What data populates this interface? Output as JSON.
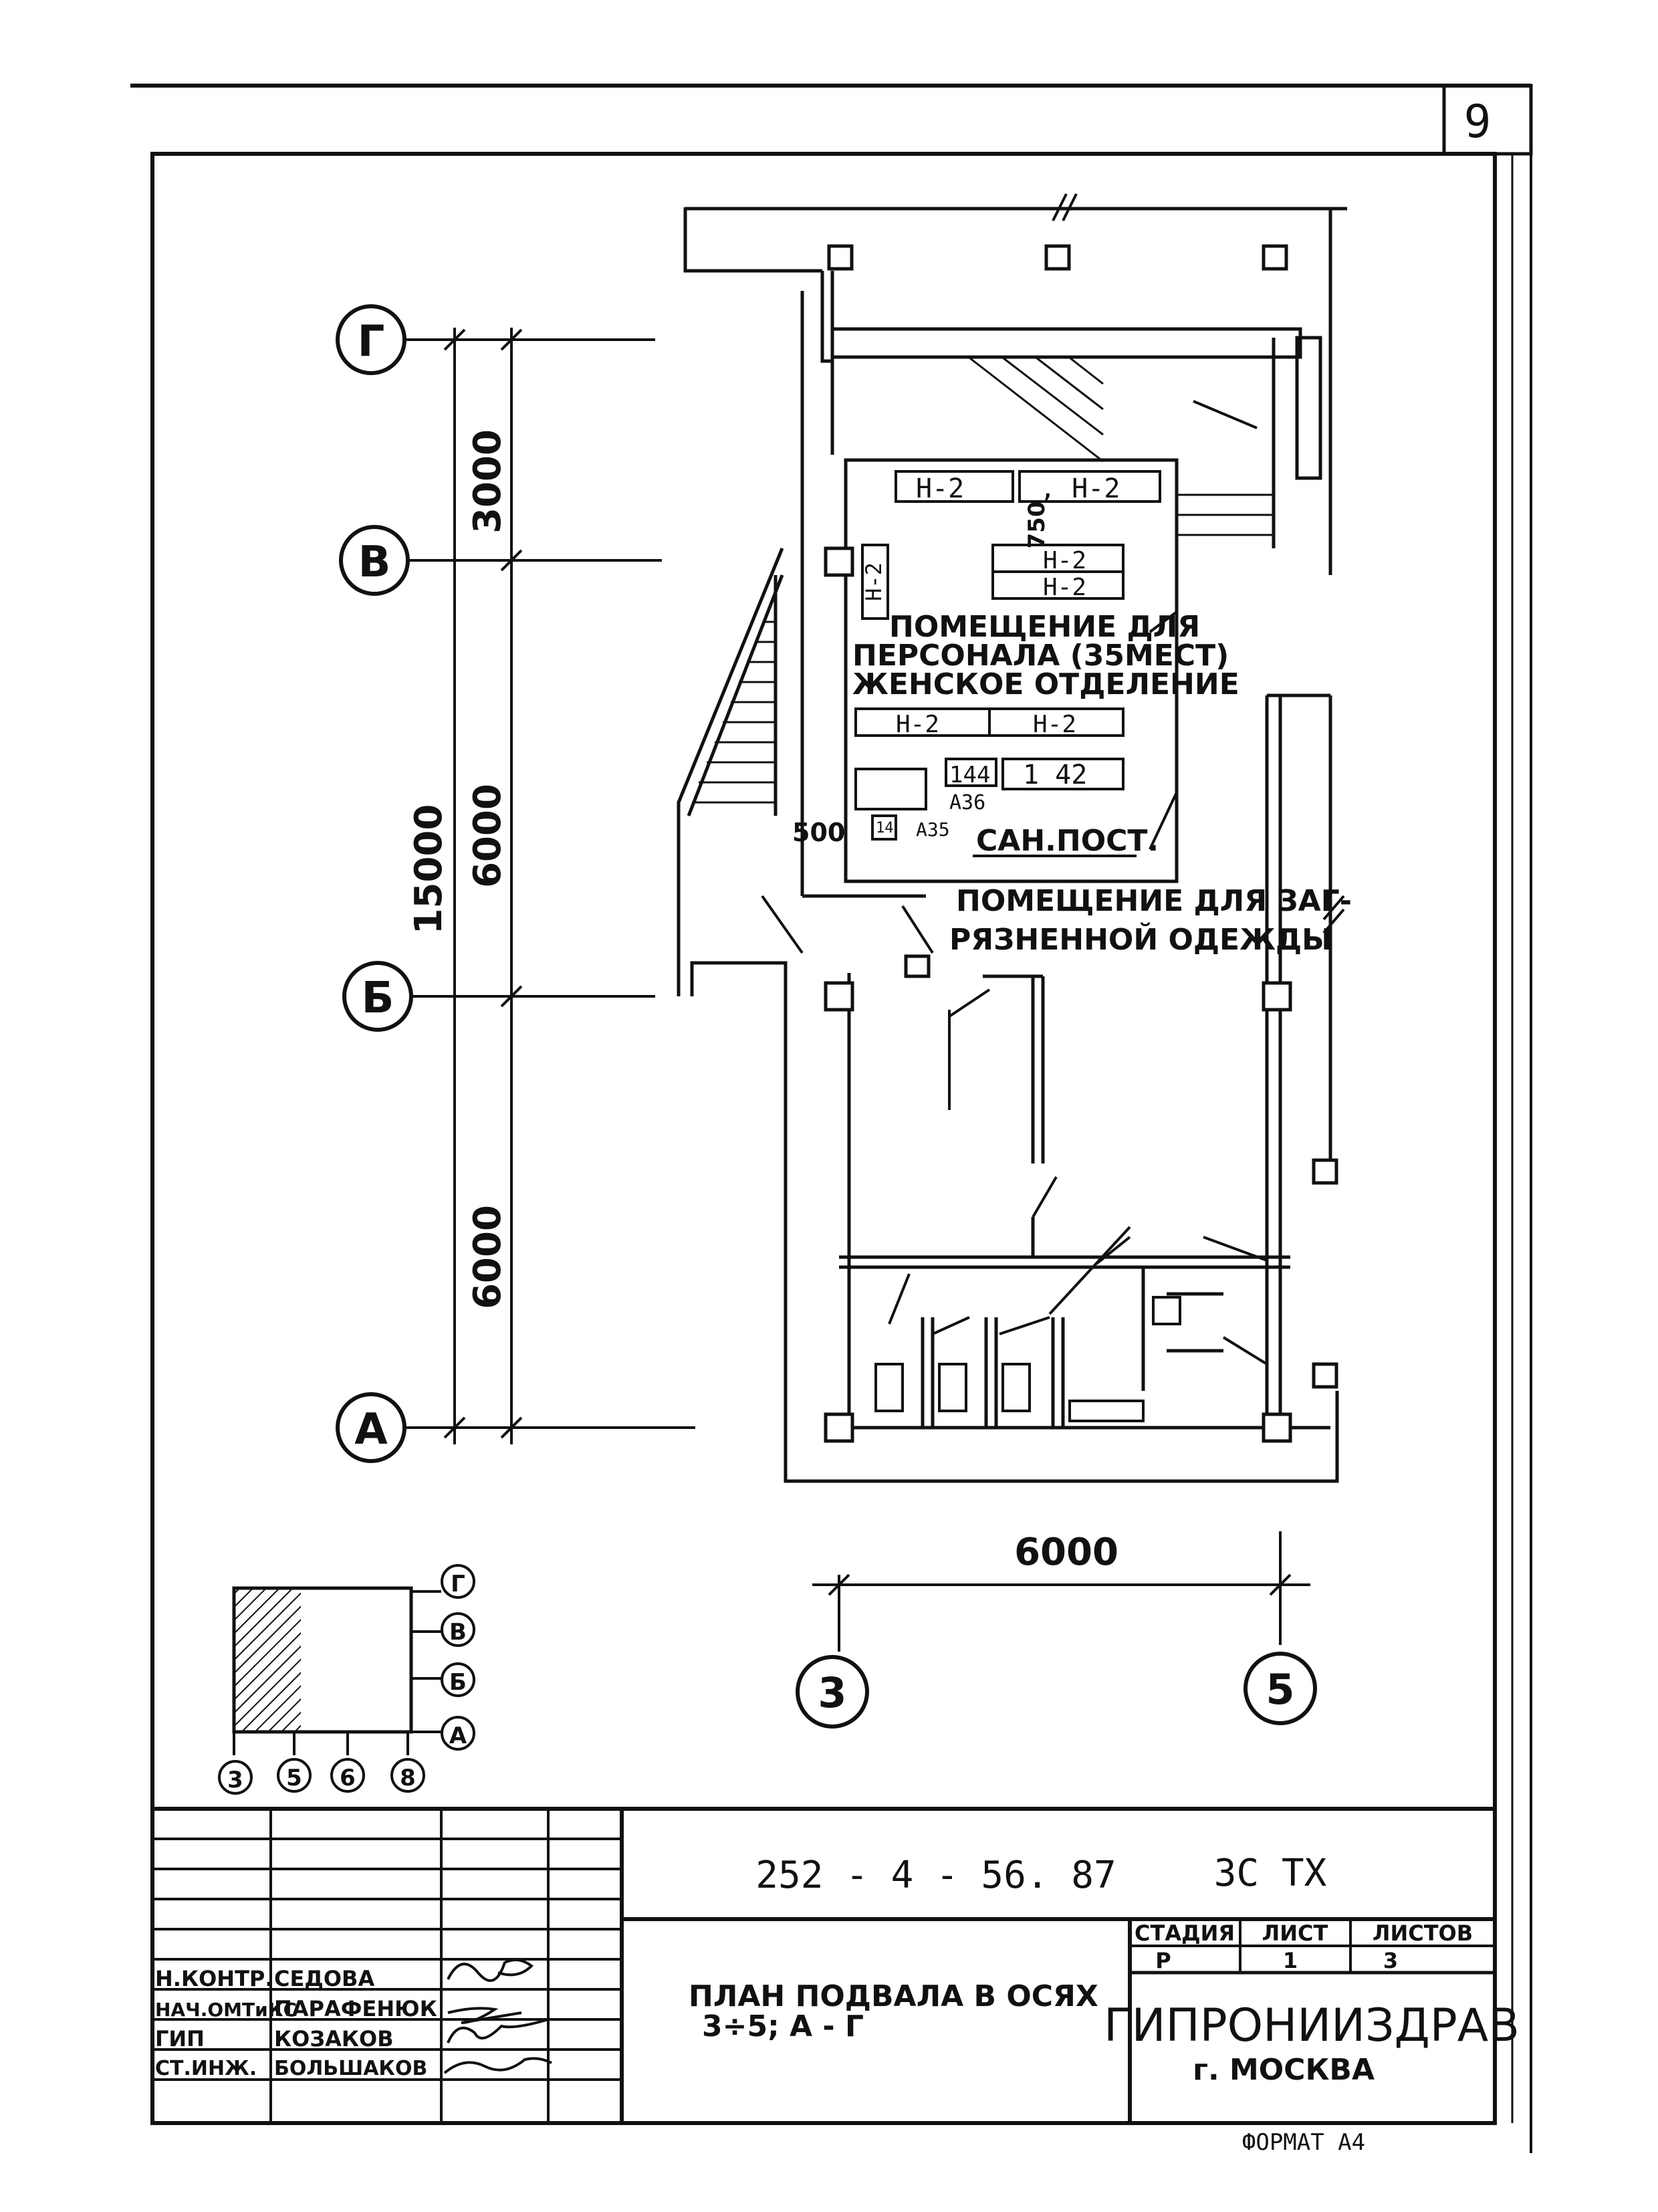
{
  "sheet_number": "9",
  "axes": {
    "rows": [
      "Г",
      "В",
      "Б",
      "А"
    ],
    "columns": [
      "3",
      "5"
    ]
  },
  "dimensions": {
    "total_vertical": "15000",
    "g_v": "3000",
    "v_b": "6000",
    "b_a": "6000",
    "col_3_5": "6000",
    "small": "500",
    "door_750": "750"
  },
  "equipment": {
    "n2": "Н-2",
    "n2_b": ", Н-2",
    "i42": "1 42",
    "i44": "144",
    "a36": "А36",
    "a35": "А35",
    "i14": "14"
  },
  "rooms": {
    "staff_room": [
      "ПОМЕЩЕНИЕ ДЛЯ",
      "ПЕРСОНАЛА (35МЕСТ)",
      "ЖЕНСКОЕ ОТДЕЛЕНИЕ"
    ],
    "sanitary_post": "САН.ПОСТ.",
    "dirty_clothes": [
      "ПОМЕЩЕНИЕ ДЛЯ ЗАГ-",
      "РЯЗНЕННОЙ ОДЕЖДЫ"
    ]
  },
  "key_plan": {
    "rows": [
      "Г",
      "В",
      "Б",
      "А"
    ],
    "columns": [
      "3",
      "5",
      "6",
      "8"
    ]
  },
  "title_block": {
    "code": "252 - 4 - 56. 87",
    "series": "3С   ТХ",
    "sheet_title": [
      "ПЛАН ПОДВАЛА В ОСЯХ",
      "3÷5; А - Г"
    ],
    "headers": {
      "stage": "СТАДИЯ",
      "sheet": "ЛИСТ",
      "sheets": "ЛИСТОВ"
    },
    "values": {
      "stage": "Р",
      "sheet": "1",
      "sheets": "3"
    },
    "organization": "ГИПРОНИИЗДРАВ",
    "city": "г. МОСКВА",
    "staff": [
      {
        "role": "Н.КОНТР.",
        "name": "СЕДОВА"
      },
      {
        "role": "НАЧ.ОМТиКС",
        "name": "ПАРАФЕНЮК"
      },
      {
        "role": "ГИП",
        "name": "КОЗАКОВ"
      },
      {
        "role": "СТ.ИНЖ.",
        "name": "БОЛЬШАКОВ"
      }
    ]
  },
  "format": "ФОРМАТ А4"
}
